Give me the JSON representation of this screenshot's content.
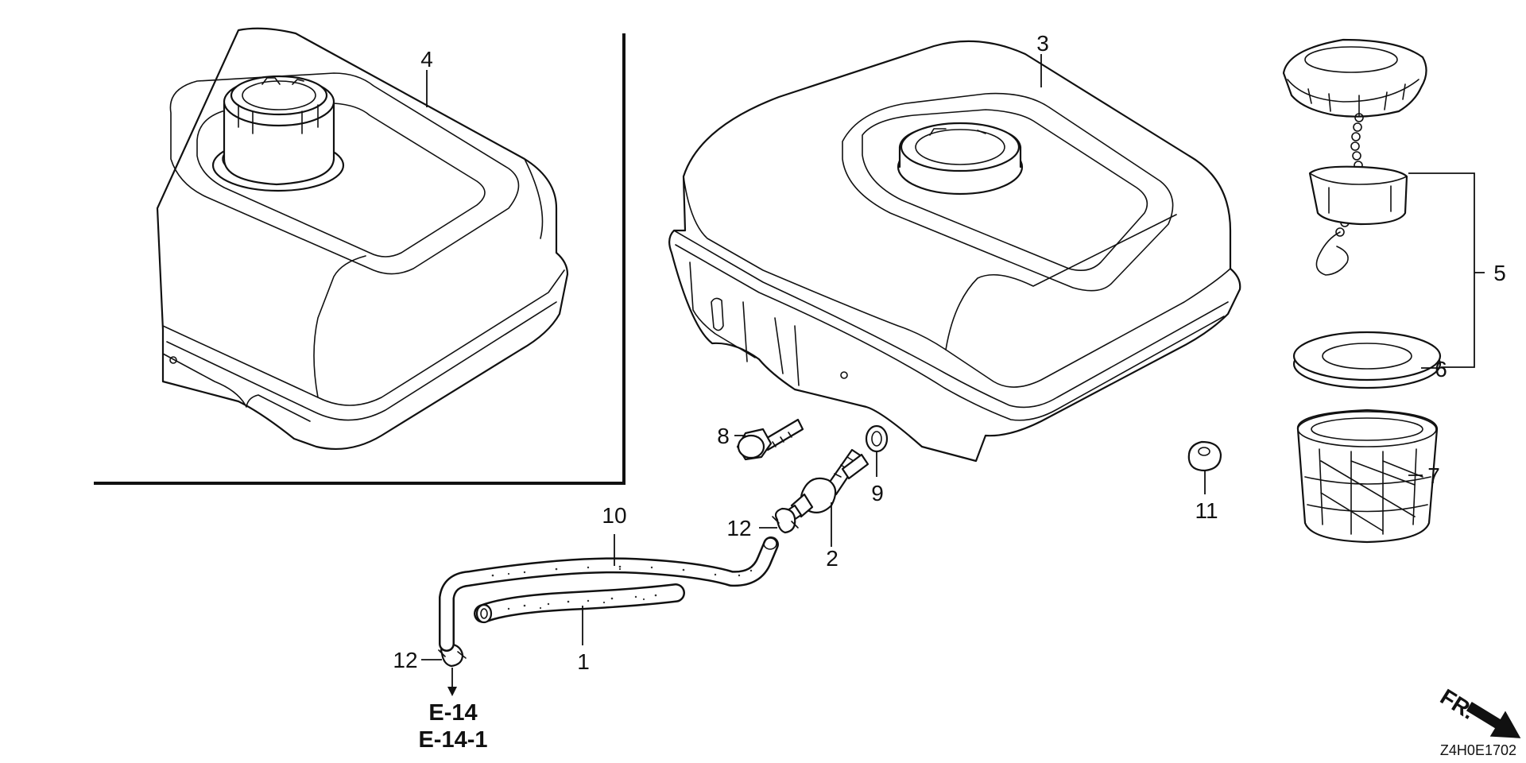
{
  "callouts": {
    "n1": "1",
    "n2": "2",
    "n3": "3",
    "n4": "4",
    "n5": "5",
    "n6": "6",
    "n7": "7",
    "n8": "8",
    "n9": "9",
    "n10": "10",
    "n11": "11",
    "n12a": "12",
    "n12b": "12"
  },
  "references": {
    "ref1": "E-14",
    "ref2": "E-14-1"
  },
  "front_label": "FR.",
  "diagram_code": "Z4H0E1702"
}
